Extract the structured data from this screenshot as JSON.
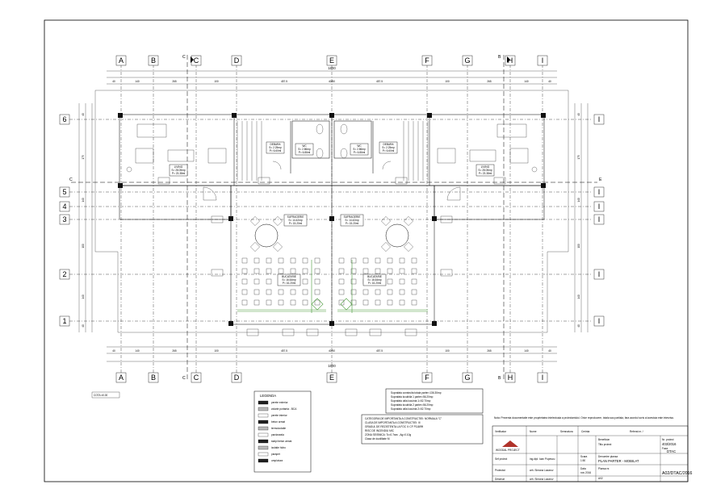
{
  "axes": {
    "vertical_letters": [
      "A",
      "B",
      "C",
      "D",
      "E",
      "F",
      "G",
      "H",
      "I"
    ],
    "horizontal_numbers": [
      "6",
      "5",
      "4",
      "3",
      "2",
      "1"
    ],
    "right_labels": [
      "I",
      "I",
      "I",
      "I",
      "I",
      "I"
    ]
  },
  "section_marks": {
    "cut_left": "C",
    "cut_right": "E",
    "top_a": "A",
    "top_b": "B"
  },
  "dimensions": {
    "overall_top": "1600",
    "overall_bottom": "1600",
    "segments_top": [
      "40",
      "140",
      "265",
      "100",
      "457.5",
      "40/50",
      "457.5",
      "100",
      "265",
      "140",
      "40"
    ],
    "segments_bottom": [
      "40",
      "140",
      "265",
      "100",
      "457.5",
      "40/50",
      "457.5",
      "100",
      "265",
      "140",
      "40"
    ],
    "left_side": [
      "40",
      "175",
      "140",
      "100",
      "140",
      "40"
    ],
    "right_side": [
      "40",
      "175",
      "140",
      "100",
      "140",
      "40"
    ]
  },
  "rooms": {
    "living_left": {
      "name": "LIVING",
      "area": "S= 28.05mp",
      "p": "P= 23.38ml"
    },
    "living_right": {
      "name": "LIVING",
      "area": "S= 28.05mp",
      "p": "P= 23.38ml"
    },
    "debara_left": {
      "name": "DEBARA",
      "area": "S= 2.25mp",
      "p": "P= 6.60ml"
    },
    "debara_right": {
      "name": "DEBARA",
      "area": "S= 2.25mp",
      "p": "P= 6.60ml"
    },
    "wc_left": {
      "name": "WC",
      "area": "S= 2.86mp",
      "p": "P= 6.86ml"
    },
    "wc_right": {
      "name": "WC",
      "area": "S= 2.86mp",
      "p": "P= 6.86ml"
    },
    "dining_left": {
      "name": "SUFRAGERIE",
      "area": "S= 14.42mp",
      "p": "P= 15.20ml"
    },
    "dining_right": {
      "name": "SUFRAGERIE",
      "area": "S= 14.42mp",
      "p": "P= 15.20ml"
    },
    "kitchen_left": {
      "name": "BUCATARIE",
      "area": "S= 16.64mp",
      "p": "P= 16.20ml"
    },
    "kitchen_right": {
      "name": "BUCATARIE",
      "area": "S= 16.64mp",
      "p": "P= 16.20ml"
    }
  },
  "plan_note": "COTA ±0.00",
  "legend": {
    "title": "LEGENDA",
    "items": [
      "perete exterior",
      "zidarie portanta - BCA",
      "perete interior",
      "beton armat",
      "termoizolatie",
      "pardoseala",
      "stalpi beton armat",
      "izolatie hidro",
      "parapet",
      "umplutura"
    ]
  },
  "surfaces": {
    "lines": [
      "Suprafata construita totala parter=136.30mp",
      "Suprafata locuibila 1 parter=56.20mp",
      "Suprafata utila locuinta 1=52.70mp",
      "Suprafata locuibila 2 parter=56.20mp",
      "Suprafata utila locuinta 2=52.70mp"
    ]
  },
  "category": {
    "lines": [
      "CATEGORIA DE IMPORTANTA A CONSTRUCTIEI: NORMALA \"C\"",
      "CLASA DE IMPORTANTA A CONSTRUCTIEI: III",
      "GRADUL DE REZISTENTA LA FOC II: CF P118/99",
      "RISC DE INCENDIU MIC",
      "ZONA SEISMICA: Tc=0.7sec , Ag=0.10g",
      "Clasa de ductilitate M"
    ]
  },
  "title_block": {
    "note": "Nota: Prezenta documentatie este proprietatea intelectuala a proiectantului. Orice reproducere, totala sau partiala, fara acordul scris al acestuia este interzisa.",
    "company": "WOODAL PROJECT",
    "verificator": "Verificator",
    "nume": "Nume",
    "semnatura": "Semnatura",
    "cerinta": "Cerinta",
    "referat": "Referat nr. /",
    "sef_proiect": "Sef proiect",
    "sef_proiect_name": "ing.dipl. Ioan Popescu",
    "proiectat": "Proiectat",
    "proiectat_name": "arh. Simona Lazarov",
    "desenat": "Desenat",
    "desenat_name": "arh. Simona Lazarov",
    "scara_label": "Scara",
    "scara": "1:50",
    "data_label": "Data",
    "data": "nov 2016",
    "proiect_nr_label": "Nr. proiect",
    "proiect_nr": "403/2016",
    "faza_label": "Faza",
    "faza": "DTAC",
    "plansa_label": "Denumire plansa",
    "plansa": "PLAN PARTER - MOBILAT",
    "plansa_nr_label": "Plansa nr.",
    "plansa_nr": "A02",
    "beneficiar_label": "Beneficiar",
    "titlu_label": "Titlu proiect",
    "drawing_code": "A02/DTAC/2016"
  }
}
